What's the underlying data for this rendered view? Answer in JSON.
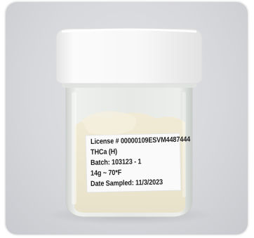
{
  "label": {
    "license": "License # 00000109ESVM4487444",
    "product": "THCa (H)",
    "batch": "Batch: 103123 - 1",
    "weight": "14g ~ 70*F",
    "date_sampled": "Date Sampled: 11/3/2023"
  },
  "colors": {
    "background": "#d9dade",
    "lid": "#f6f6f6",
    "glass": "#e9ece9",
    "powder": "#efe9d4",
    "label_paper": "#fafafa",
    "label_text": "#1c1c1e"
  }
}
